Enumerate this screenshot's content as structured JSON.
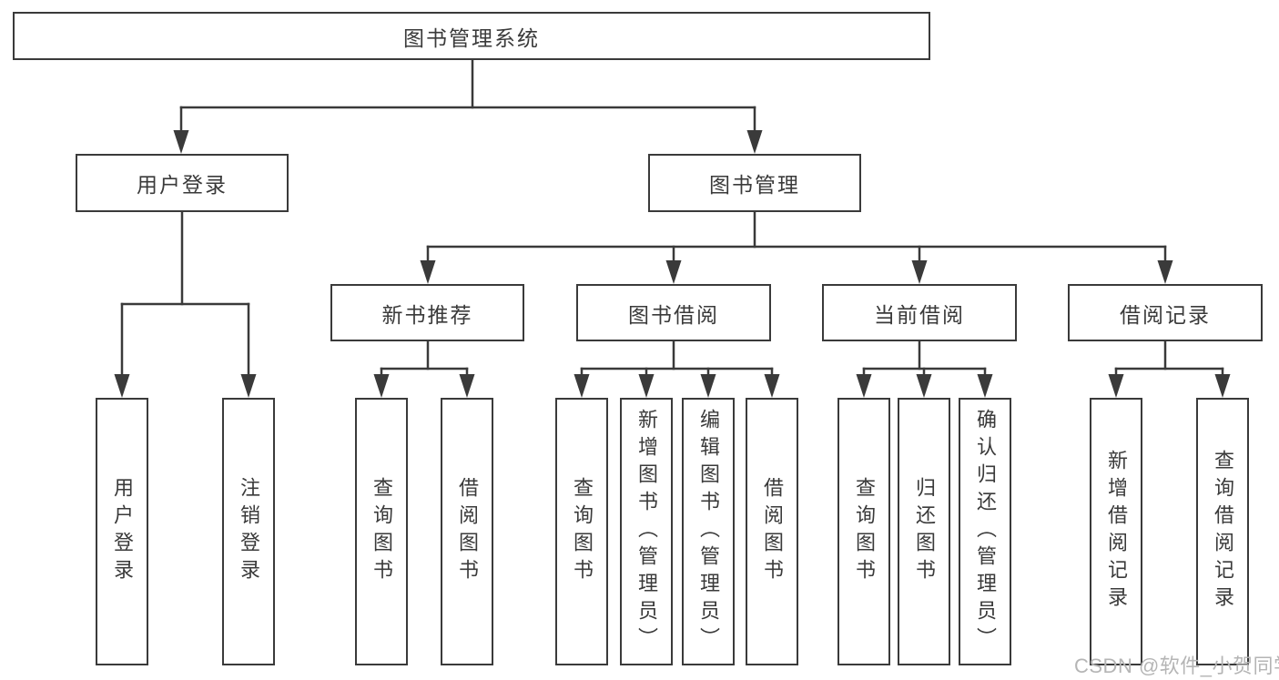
{
  "diagram_type": "hierarchy-tree",
  "tree": {
    "root": {
      "label": "图书管理系统"
    },
    "children": [
      {
        "label": "用户登录",
        "leaves": [
          "用户登录",
          "注销登录"
        ]
      },
      {
        "label": "图书管理",
        "children": [
          {
            "label": "新书推荐",
            "leaves": [
              "查询图书",
              "借阅图书"
            ]
          },
          {
            "label": "图书借阅",
            "leaves": [
              "查询图书",
              "新增图书（管理员）",
              "编辑图书（管理员）",
              "借阅图书"
            ]
          },
          {
            "label": "当前借阅",
            "leaves": [
              "查询图书",
              "归还图书",
              "确认归还（管理员）"
            ]
          },
          {
            "label": "借阅记录",
            "leaves": [
              "新增借阅记录",
              "查询借阅记录"
            ]
          }
        ]
      }
    ]
  },
  "watermark": {
    "text": "CSDN @软件_小贺同学"
  },
  "colors": {
    "line": "#3a3a3a",
    "text": "#3a3a3a",
    "box_fill": "#ffffff",
    "watermark": "#b5b5b5",
    "background": "#ffffff"
  }
}
